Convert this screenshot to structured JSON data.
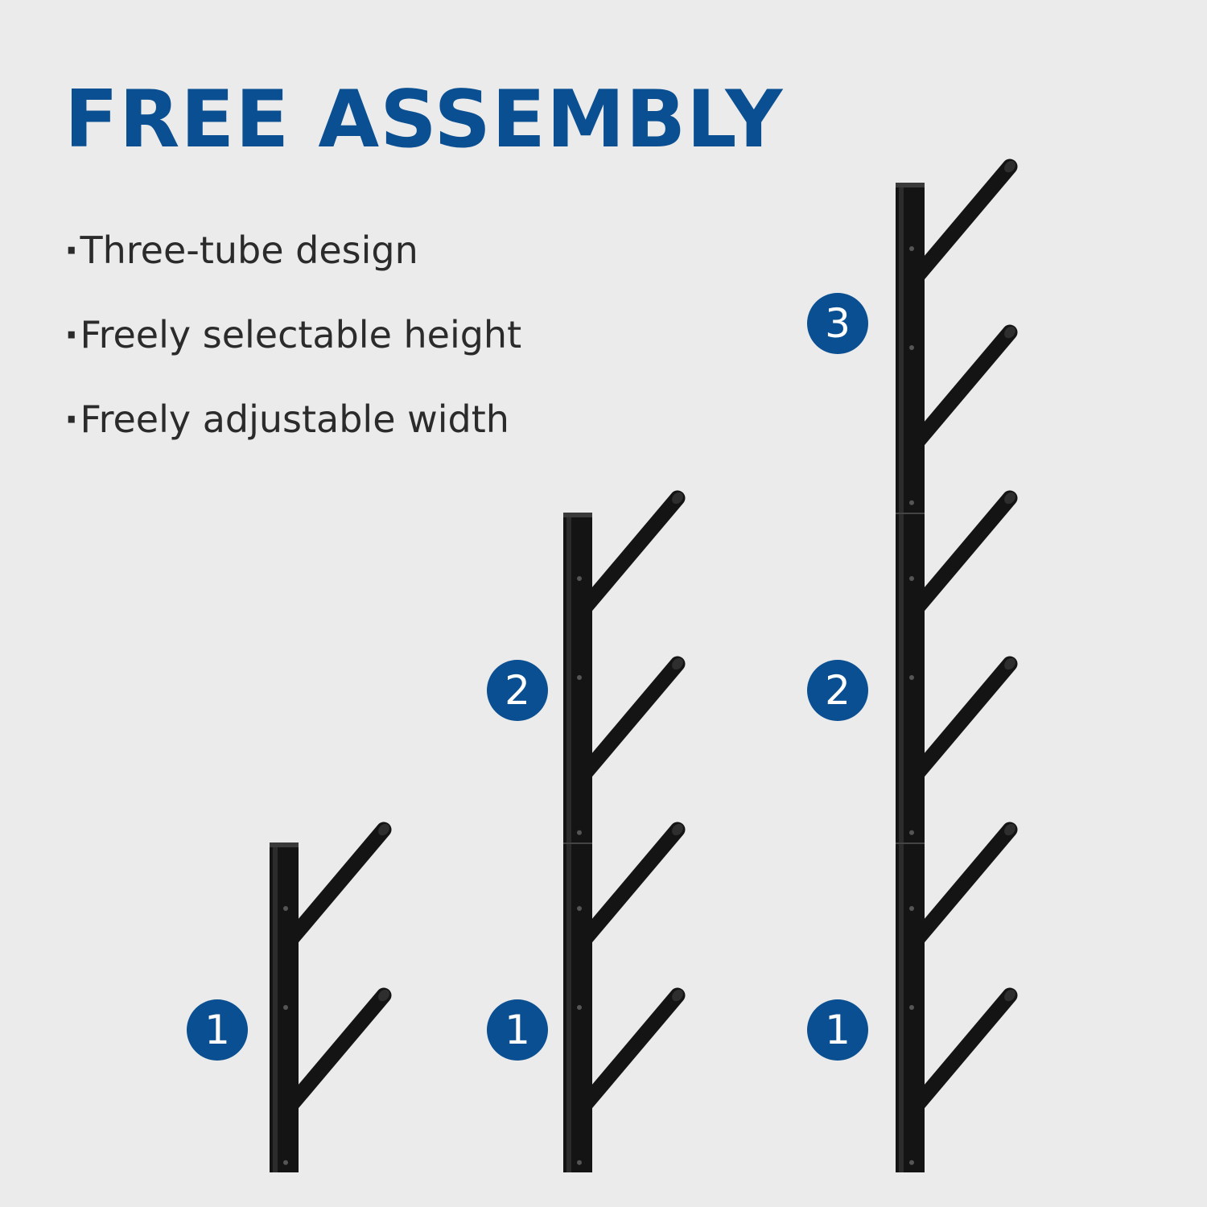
{
  "title": "FREE ASSEMBLY",
  "features": [
    {
      "bullet": "·",
      "text": "Three-tube design"
    },
    {
      "bullet": "·",
      "text": "Freely selectable height"
    },
    {
      "bullet": "·",
      "text": "Freely adjustable width"
    }
  ],
  "racks": [
    {
      "name": "one-tube-rack",
      "tubes": 1,
      "badges": [
        "1"
      ]
    },
    {
      "name": "two-tube-rack",
      "tubes": 2,
      "badges": [
        "1",
        "2"
      ]
    },
    {
      "name": "three-tube-rack",
      "tubes": 3,
      "badges": [
        "1",
        "2",
        "3"
      ]
    }
  ],
  "colors": {
    "background": "#ebebeb",
    "accent": "#0a4f91",
    "text": "#2b2b2b",
    "metal": "#141414"
  }
}
